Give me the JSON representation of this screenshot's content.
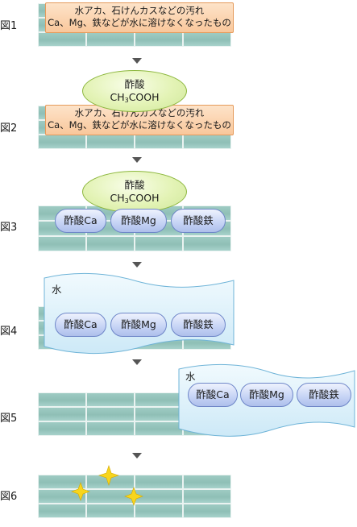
{
  "figure_labels": [
    "図1",
    "図2",
    "図3",
    "図4",
    "図5",
    "図6"
  ],
  "dirt_box": {
    "line1": "水アカ、石けんカスなどの汚れ",
    "line2": "Ca、Mg、鉄などが水に溶けなくなったもの"
  },
  "acid": {
    "name": "酢酸",
    "formula_prefix": "CH",
    "formula_subscript": "3",
    "formula_suffix": "COOH"
  },
  "water": {
    "label": "水"
  },
  "salts": [
    "酢酸Ca",
    "酢酸Mg",
    "酢酸鉄"
  ],
  "colors": {
    "tile": "#9ecbc3",
    "dirt_fill": "#f9c79b",
    "dirt_border": "#e59a5a",
    "acid_fill": "#e3f3b5",
    "acid_border": "#8db73f",
    "salt_fill": "#c5d3f5",
    "salt_border": "#6e86c8",
    "water_fill": "#dff1fb",
    "water_border": "#6fb4d8",
    "sparkle": "#f7d51d",
    "arrow": "#555555"
  }
}
